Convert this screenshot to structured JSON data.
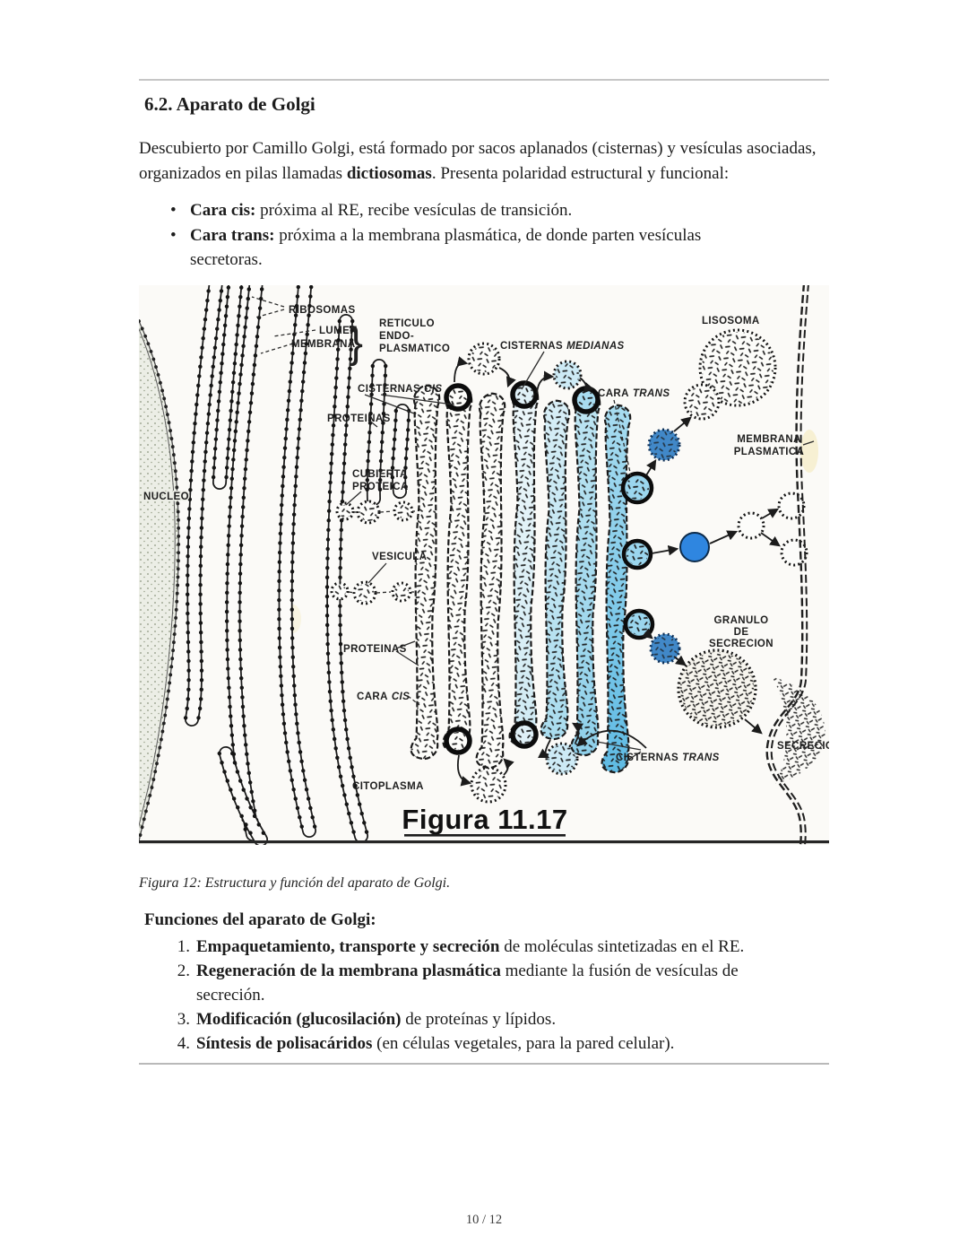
{
  "page": {
    "heading": "6.2. Aparato de Golgi",
    "intro": {
      "before_bold": "Descubierto por Camillo Golgi, está formado por sacos aplanados (cisternas) y vesículas asociadas, organizados en pilas llamadas ",
      "bold": "dictiosomas",
      "after_bold": ". Presenta polaridad estructural y funcional:"
    },
    "bullets": [
      {
        "lead": "Cara cis:",
        "text": " próxima al RE, recibe vesículas de transición."
      },
      {
        "lead": "Cara trans:",
        "text": " próxima a la membrana plasmática, de donde parten vesículas secretoras."
      }
    ],
    "figure": {
      "caption_internal": "Figura 11.17",
      "caption": "Figura 12: Estructura y función del aparato de Golgi.",
      "labels": {
        "ribosomas": "RIBOSOMAS",
        "lumen": "LUMEN",
        "membrana": "MEMBRANA",
        "brace": "}",
        "reticulo_1": "RETICULO",
        "reticulo_2": "ENDO-",
        "reticulo_3": "PLASMATICO",
        "cisternas_cis_a": "CISTERNAS",
        "cisternas_cis_b": "CIS",
        "cisternas_medianas_a": "CISTERNAS",
        "cisternas_medianas_b": "MEDIANAS",
        "lisosoma": "LISOSOMA",
        "cara_trans_a": "CARA",
        "cara_trans_b": "TRANS",
        "proteinas_top": "PROTEINAS",
        "membrana_plasmatica_1": "MEMBRANA",
        "membrana_plasmatica_2": "PLASMATICA",
        "cubierta_1": "CUBIERTA",
        "cubierta_2": "PROTEICA",
        "nucleo": "NUCLEO",
        "vesicula": "VESICULA",
        "granulo_1": "GRANULO",
        "granulo_2": "DE",
        "granulo_3": "SECRECION",
        "proteinas_bottom": "PROTEINAS",
        "cara_cis_a": "CARA",
        "cara_cis_b": "CIS",
        "cisternas_trans_a": "CISTERNAS",
        "cisternas_trans_b": "TRANS",
        "secrecion": "SECRECION",
        "citoplasma": "CITOPLASMA"
      },
      "colors": {
        "paper": "#fbfaf7",
        "light_blue": "#bfe5f2",
        "cyan_blue": "#5fbbe4",
        "dark_blue_vesicle": "#4188c8",
        "bright_blue_vesicle": "#2f86e0"
      }
    },
    "functions_heading": "Funciones del aparato de Golgi:",
    "functions": [
      {
        "num": "1.",
        "lead": "Empaquetamiento, transporte y secreción",
        "text": " de moléculas sintetizadas en el RE."
      },
      {
        "num": "2.",
        "lead": "Regeneración de la membrana plasmática",
        "text": " mediante la fusión de vesículas de secreción."
      },
      {
        "num": "3.",
        "lead": "Modificación (glucosilación)",
        "text": " de proteínas y lípidos."
      },
      {
        "num": "4.",
        "lead": "Síntesis de polisacáridos",
        "text": " (en células vegetales, para la pared celular)."
      }
    ],
    "page_number": "10 / 12"
  }
}
